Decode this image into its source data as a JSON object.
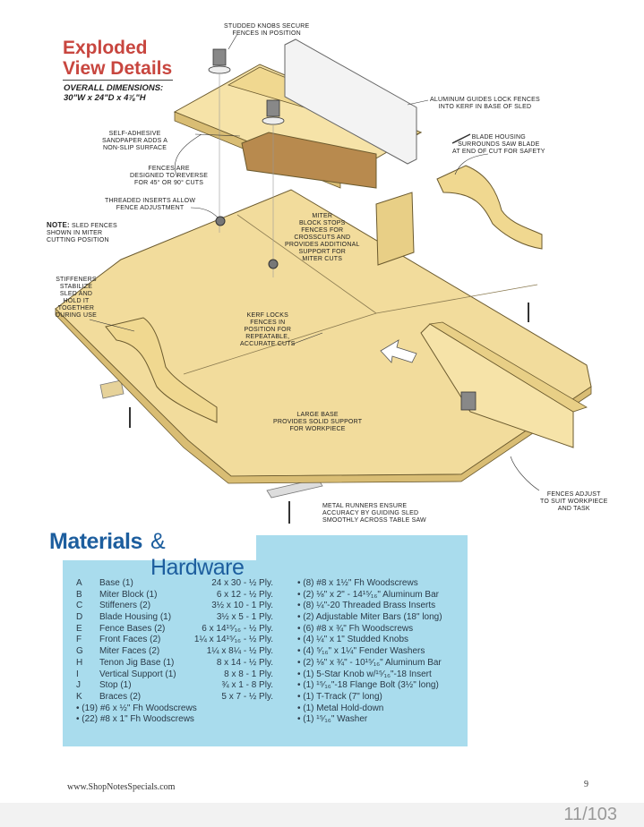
{
  "header": {
    "title_line1": "Exploded",
    "title_line2": "View Details",
    "dimensions_label": "OVERALL DIMENSIONS:",
    "dimensions_value": "30\"W x 24\"D x 4⅞\"H"
  },
  "callouts": {
    "studded_knobs": [
      "STUDDED KNOBS SECURE",
      "FENCES IN POSITION"
    ],
    "aluminum_guides": [
      "ALUMINUM GUIDES LOCK FENCES",
      "INTO KERF IN BASE OF SLED"
    ],
    "sandpaper": [
      "SELF-ADHESIVE",
      "SANDPAPER ADDS A",
      "NON-SLIP SURFACE"
    ],
    "blade_housing": [
      "BLADE HOUSING",
      "SURROUNDS SAW BLADE",
      "AT END OF CUT FOR SAFETY"
    ],
    "fences_reverse": [
      "FENCES ARE",
      "DESIGNED TO REVERSE",
      "FOR 45° OR 90° CUTS"
    ],
    "threaded_inserts": [
      "THREADED INSERTS ALLOW",
      "FENCE ADJUSTMENT"
    ],
    "note_label": "NOTE:",
    "note_text": [
      "SLED FENCES",
      "SHOWN IN MITER",
      "CUTTING POSITION"
    ],
    "miter_block": [
      "MITER",
      "BLOCK STOPS",
      "FENCES FOR",
      "CROSSCUTS AND",
      "PROVIDES ADDITIONAL",
      "SUPPORT FOR",
      "MITER CUTS"
    ],
    "stiffeners": [
      "STIFFENERS",
      "STABILIZE",
      "SLED AND",
      "HOLD IT",
      "TOGETHER",
      "DURING USE"
    ],
    "kerf": [
      "KERF LOCKS",
      "FENCES IN",
      "POSITION FOR",
      "REPEATABLE,",
      "ACCURATE CUTS"
    ],
    "large_base": [
      "LARGE BASE",
      "PROVIDES SOLID SUPPORT",
      "FOR WORKPIECE"
    ],
    "fences_adjust": [
      "FENCES ADJUST",
      "TO SUIT WORKPIECE",
      "AND TASK"
    ],
    "metal_runners": [
      "METAL RUNNERS ENSURE",
      "ACCURACY BY GUIDING SLED",
      "SMOOTHLY ACROSS TABLE SAW"
    ]
  },
  "materials": {
    "title_bold": "Materials",
    "title_rest": "& Hardware",
    "parts": [
      {
        "letter": "A",
        "name": "Base (1)",
        "size": "24 x 30 - ½ Ply."
      },
      {
        "letter": "B",
        "name": "Miter Block (1)",
        "size": "6 x 12 - ½ Ply."
      },
      {
        "letter": "C",
        "name": "Stiffeners (2)",
        "size": "3½ x 10 - 1 Ply."
      },
      {
        "letter": "D",
        "name": "Blade Housing (1)",
        "size": "3½ x 5 - 1 Ply."
      },
      {
        "letter": "E",
        "name": "Fence Bases (2)",
        "size": "6 x 14¹⁵⁄₁₆ - ½ Ply."
      },
      {
        "letter": "F",
        "name": "Front Faces (2)",
        "size": "1¼ x 14¹⁵⁄₁₆ - ½ Ply."
      },
      {
        "letter": "G",
        "name": "Miter Faces (2)",
        "size": "1¼ x 8¼ - ½ Ply."
      },
      {
        "letter": "H",
        "name": "Tenon Jig Base (1)",
        "size": "8 x 14 - ½ Ply."
      },
      {
        "letter": "I",
        "name": "Vertical Support (1)",
        "size": "8 x 8 - 1 Ply."
      },
      {
        "letter": "J",
        "name": "Stop (1)",
        "size": "¾ x 1 - 8 Ply."
      },
      {
        "letter": "K",
        "name": "Braces (2)",
        "size": "5 x 7 - ½ Ply."
      }
    ],
    "hardware_left": [
      "• (19) #6 x ½\" Fh Woodscrews",
      "• (22) #8 x 1\" Fh Woodscrews"
    ],
    "hardware_right": [
      "• (8) #8 x 1½\" Fh Woodscrews",
      "• (2) ⅛\" x 2\" - 14¹⁵⁄₁₆\" Aluminum Bar",
      "• (8) ¼\"-20 Threaded Brass Inserts",
      "• (2) Adjustable Miter Bars (18\" long)",
      "• (6) #8 x ¾\" Fh Woodscrews",
      "• (4) ¼\" x 1\" Studded Knobs",
      "• (4) ⁵⁄₁₆\" x 1¼\" Fender Washers",
      "• (2) ⅛\" x ¾\" - 10¹⁵⁄₁₆\" Aluminum Bar",
      "• (1) 5-Star Knob w/¹⁵⁄₁₆\"-18 Insert",
      "• (1) ¹⁵⁄₁₆\"-18 Flange Bolt (3½\" long)",
      "• (1) T-Track (7\" long)",
      "• (1) Metal Hold-down",
      "• (1) ¹⁵⁄₁₆\" Washer"
    ]
  },
  "footer": {
    "url": "www.ShopNotesSpecials.com",
    "page_number": "9",
    "viewer_counter": "11/103"
  },
  "colors": {
    "title_red": "#c8463f",
    "materials_blue": "#1d5e9e",
    "box_bg": "#a9dced",
    "wood": "#f4e0a0"
  }
}
